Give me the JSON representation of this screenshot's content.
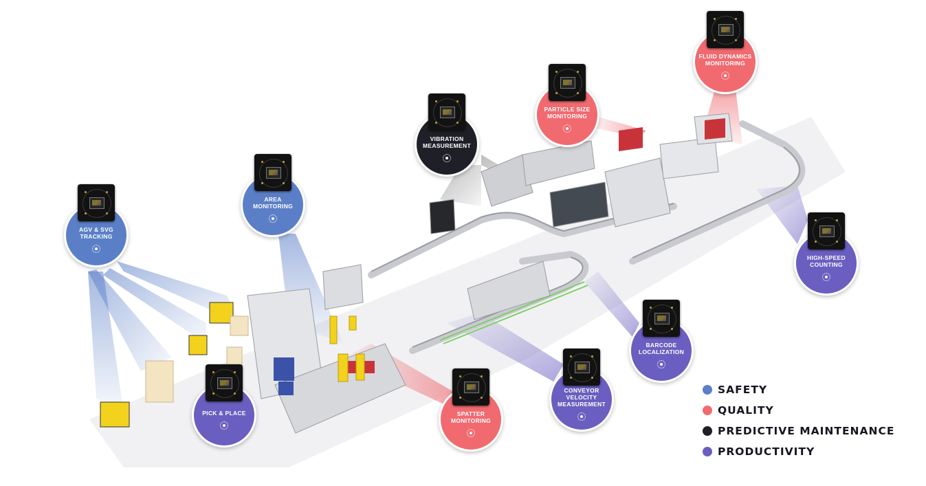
{
  "colors": {
    "safety": "#5b7fc7",
    "quality": "#f06a70",
    "predictive_maintenance": "#1f1f28",
    "productivity": "#6a5ec0"
  },
  "nodes": [
    {
      "id": "agv",
      "label": "AGV & SVG\nTRACKING",
      "category": "safety"
    },
    {
      "id": "area",
      "label": "AREA\nMONITORING",
      "category": "safety"
    },
    {
      "id": "vibration",
      "label": "VIBRATION\nMEASUREMENT",
      "category": "predictive_maintenance"
    },
    {
      "id": "particle",
      "label": "PARTICLE SIZE\nMONITORING",
      "category": "quality"
    },
    {
      "id": "fluid",
      "label": "FLUID DYNAMICS\nMONITORING",
      "category": "quality"
    },
    {
      "id": "highspeed",
      "label": "HIGH-SPEED\nCOUNTING",
      "category": "productivity"
    },
    {
      "id": "barcode",
      "label": "BARCODE\nLOCALIZATION",
      "category": "productivity"
    },
    {
      "id": "conveyor",
      "label": "CONVEYOR\nVELOCITY\nMEASUREMENT",
      "category": "productivity"
    },
    {
      "id": "spatter",
      "label": "SPATTER\nMONITORING",
      "category": "quality"
    },
    {
      "id": "pick",
      "label": "PICK & PLACE",
      "category": "productivity"
    }
  ],
  "legend": [
    {
      "label": "SAFETY",
      "category": "safety"
    },
    {
      "label": "QUALITY",
      "category": "quality"
    },
    {
      "label": "PREDICTIVE MAINTENANCE",
      "category": "predictive_maintenance"
    },
    {
      "label": "PRODUCTIVITY",
      "category": "productivity"
    }
  ]
}
